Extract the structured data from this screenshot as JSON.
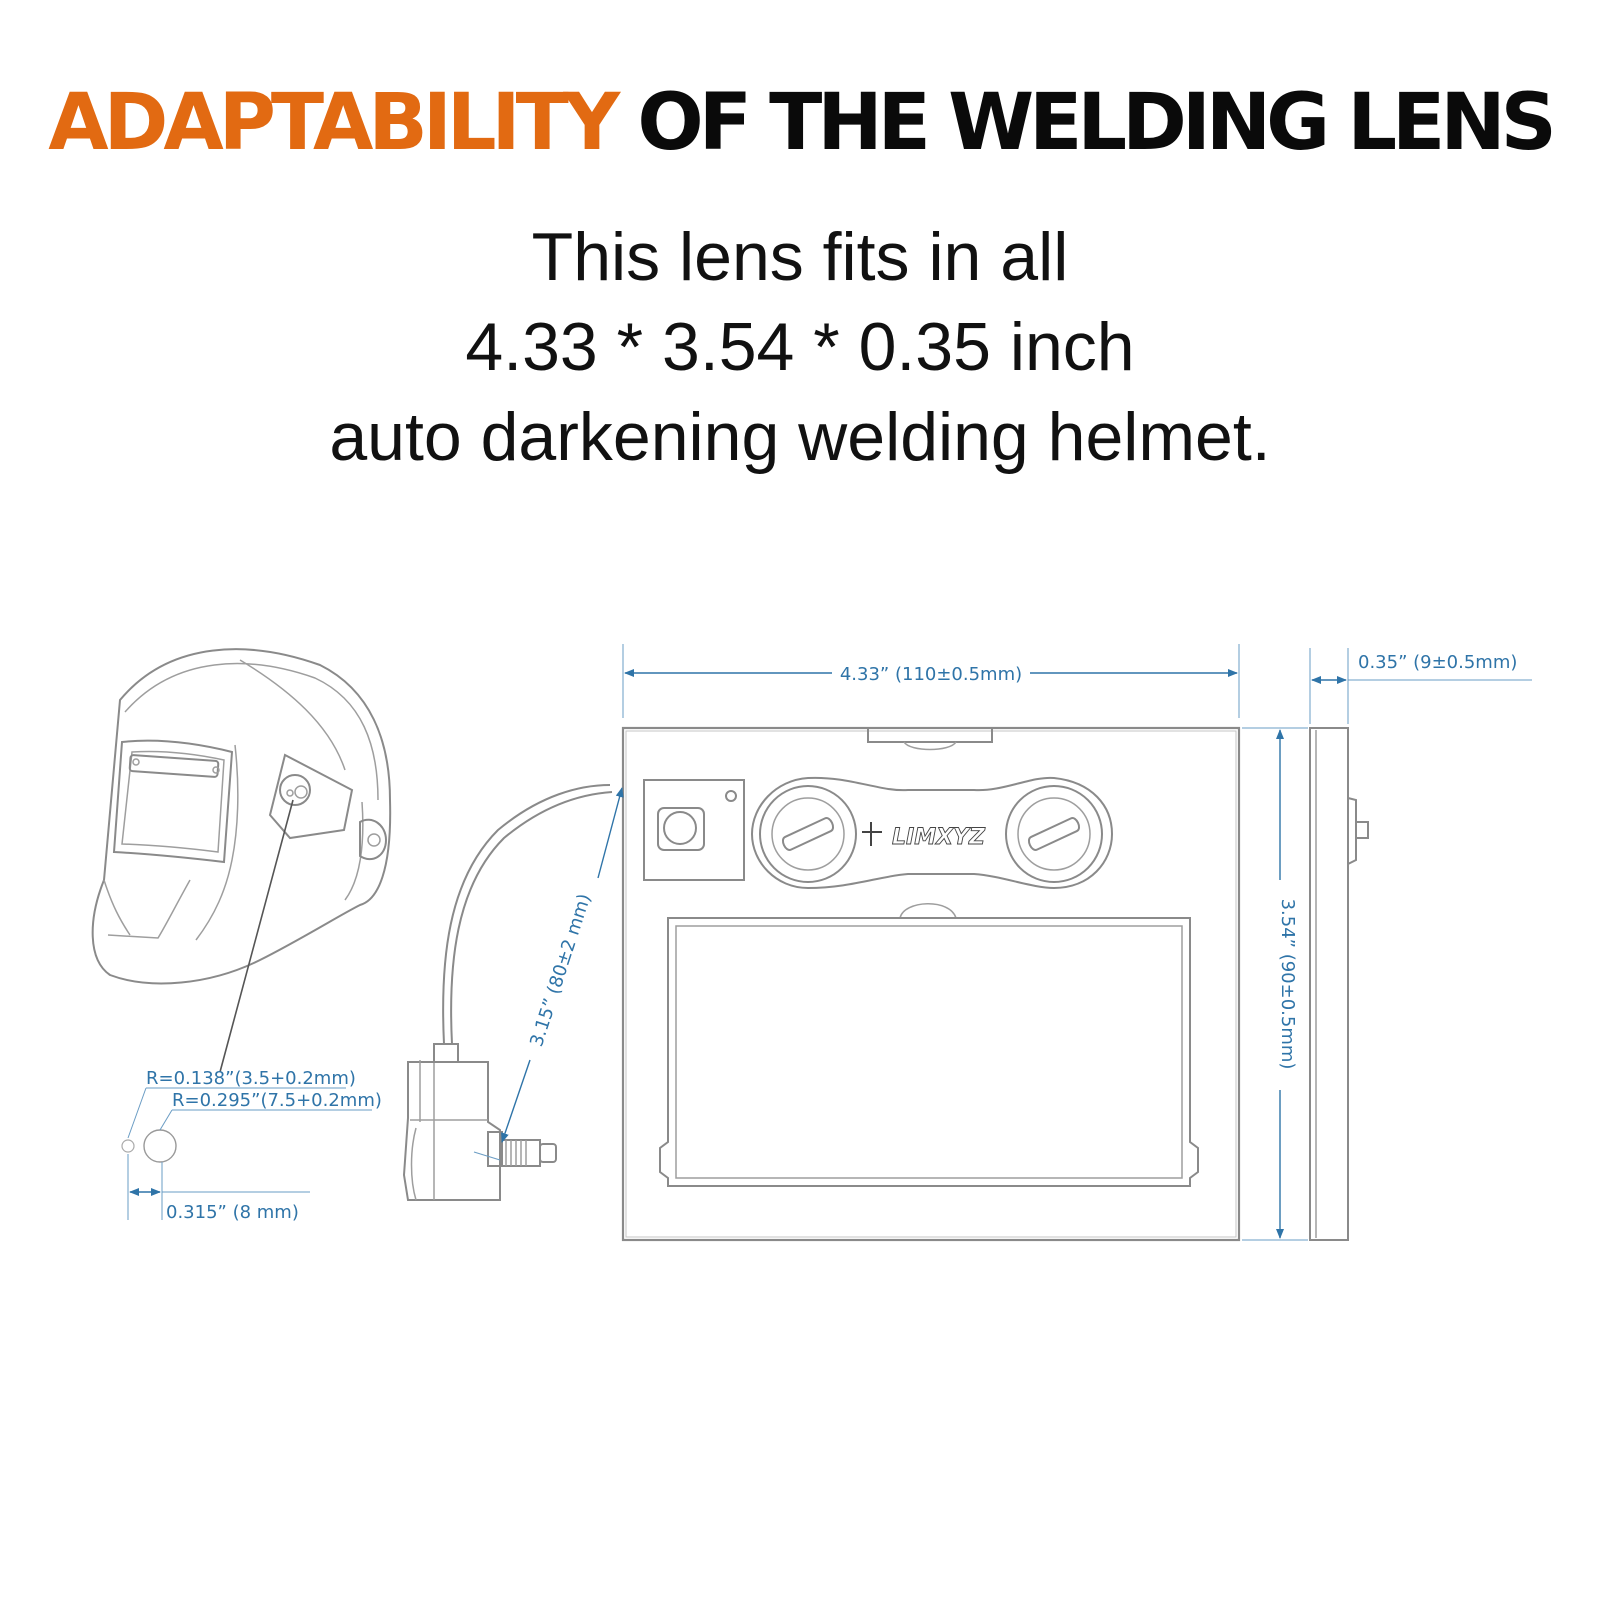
{
  "title": {
    "highlight": "ADAPTABILITY",
    "rest": "OF THE WELDING LENS",
    "highlight_color": "#e26a12",
    "text_color": "#0a0a0a"
  },
  "subtitle": {
    "line1": "This lens fits in all",
    "line2": "4.33 * 3.54 * 0.35 inch",
    "line3": "auto darkening welding helmet."
  },
  "diagram": {
    "width_label": "4.33” (110±0.5mm)",
    "thickness_label": "0.35” (9±0.5mm)",
    "height_label": "3.54” (90±0.5mm)",
    "cable_label": "3.15” (80±2 mm)",
    "radius_small_label": "R=0.138”(3.5+0.2mm)",
    "radius_large_label": "R=0.295”(7.5+0.2mm)",
    "spacing_label": "0.315” (8 mm)",
    "brand_label": "LIMXYZ",
    "dimension_color": "#2f74a8",
    "line_color": "#8a8a8a"
  }
}
